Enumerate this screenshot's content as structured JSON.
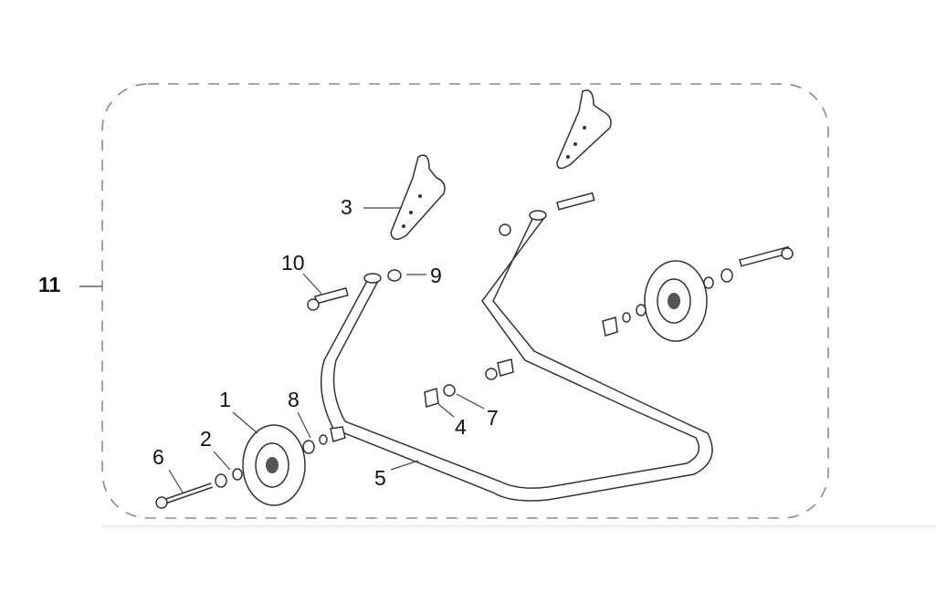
{
  "title": "Paddock stand exploded parts diagram",
  "callouts": {
    "c1": "1",
    "c2": "2",
    "c3": "3",
    "c4": "4",
    "c5": "5",
    "c6": "6",
    "c7": "7",
    "c8": "8",
    "c9": "9",
    "c10": "10",
    "c11": "11"
  },
  "colors": {
    "line": "#333333",
    "frame": "#8a8a8a"
  }
}
